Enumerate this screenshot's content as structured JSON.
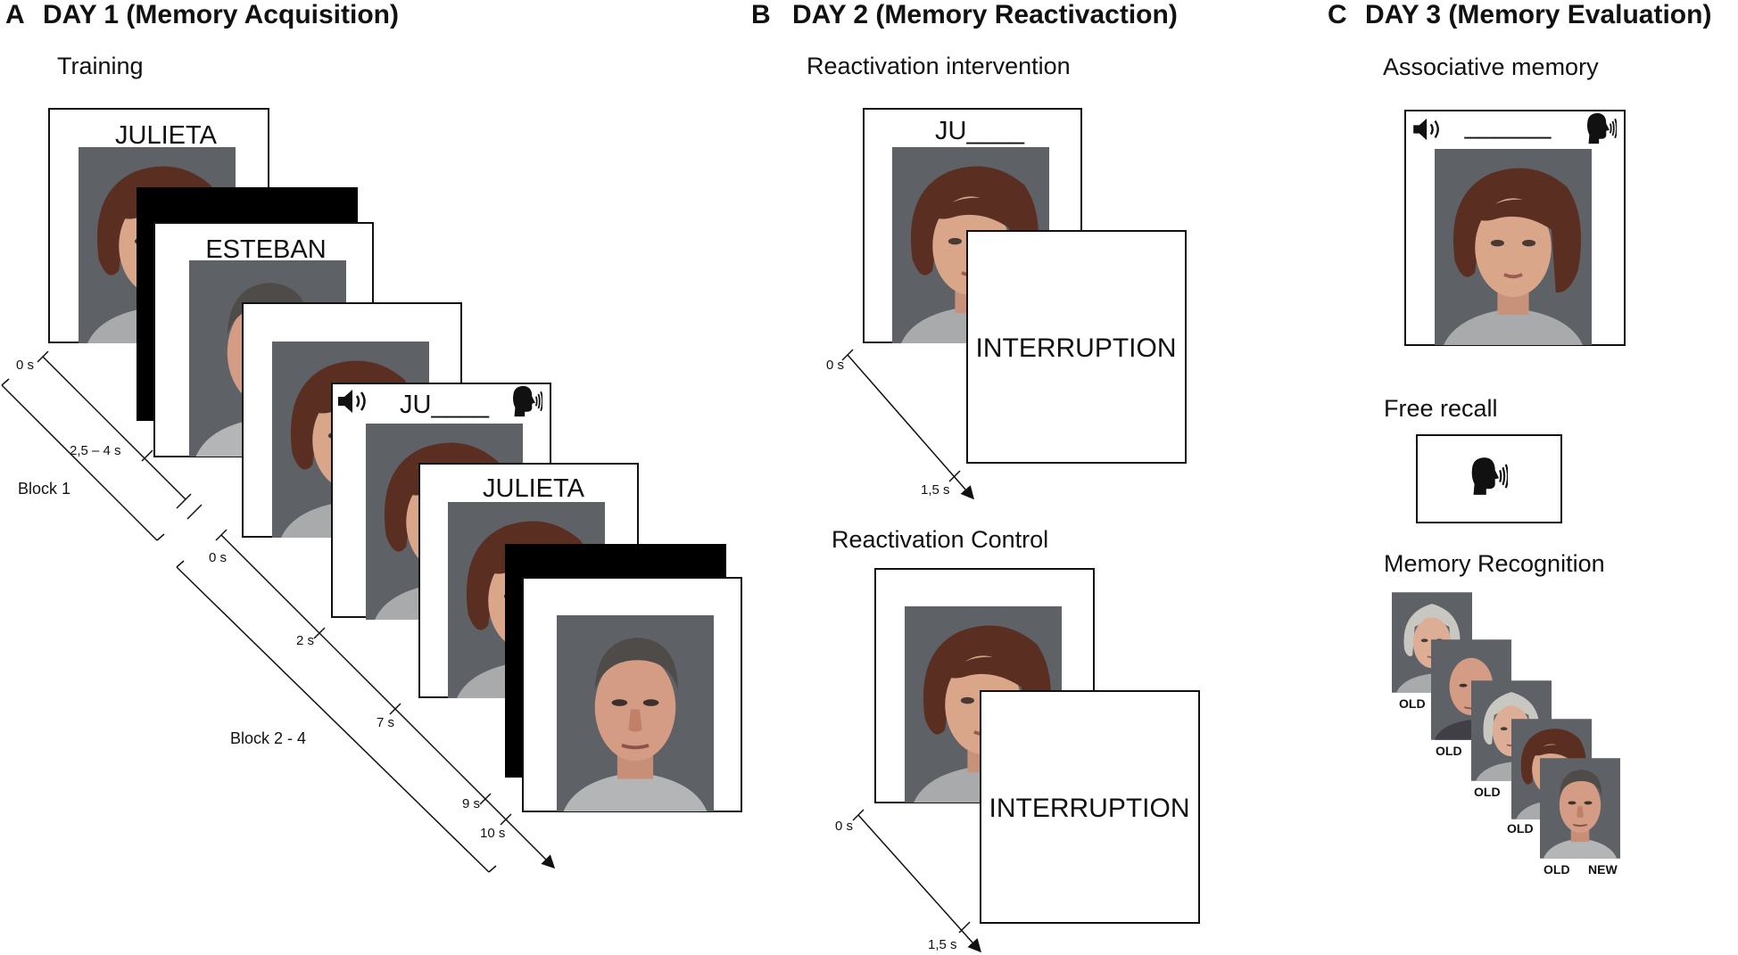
{
  "panels": {
    "a": {
      "letter": "A",
      "title": "DAY 1 (Memory Acquisition)",
      "subtitle": "Training",
      "names": {
        "first": "JULIETA",
        "second": "ESTEBAN",
        "cue": "JU____",
        "feedback": "JULIETA"
      },
      "feedback_color": "#1aa34a",
      "ticks_block1": [
        "0 s",
        "2,5 – 4 s"
      ],
      "ticks_block2": [
        "0 s",
        "2 s",
        "7 s",
        "9 s",
        "10 s"
      ],
      "block1_label": "Block 1",
      "block2_label": "Block 2 - 4"
    },
    "b": {
      "letter": "B",
      "title": "DAY 2 (Memory Reactivaction)",
      "intervention_label": "Reactivation intervention",
      "cue": "JU____",
      "interruption": "INTERRUPTION",
      "control_label": "Reactivation Control",
      "interruption2": "INTERRUPTION",
      "ticks_top": [
        "0 s",
        "1,5 s"
      ],
      "ticks_bottom": [
        "0 s",
        "1,5 s"
      ]
    },
    "c": {
      "letter": "C",
      "title": "DAY 3 (Memory Evaluation)",
      "assoc_label": "Associative memory",
      "blank": "______",
      "free_recall_label": "Free recall",
      "recognition_label": "Memory Recognition",
      "badges": [
        "OLD",
        "OLD",
        "OLD",
        "OLD",
        "OLD",
        "NEW"
      ]
    }
  },
  "icons": [
    "speaker-icon",
    "speaking-head-icon"
  ],
  "colors": {
    "frame": "#111111",
    "photo_bg": "#5b5e62",
    "hair_woman": "#5a2f22",
    "skin": "#d9a68a",
    "shirt": "#a9abad"
  }
}
